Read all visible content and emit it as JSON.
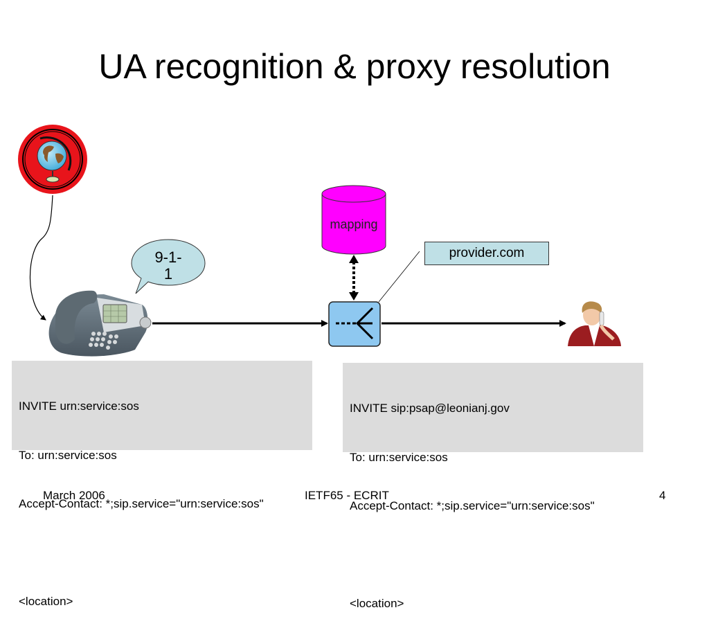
{
  "slide": {
    "title": "UA recognition & proxy resolution",
    "footer": {
      "date": "March 2006",
      "event": "IETF65 - ECRIT",
      "page_number": "4"
    }
  },
  "diagram": {
    "nodes": {
      "location_globe": {
        "icon": "globe-icon",
        "color": "#e8141b"
      },
      "phone": {
        "icon": "desk-phone-icon"
      },
      "dial_bubble": {
        "text_line1": "9-1-",
        "text_line2": "1",
        "color": "#bfe0e6"
      },
      "mapping_db": {
        "label": "mapping",
        "color": "#ff00ff"
      },
      "proxy": {
        "icon": "sip-proxy-icon",
        "color": "#8ec8f0"
      },
      "provider_label": {
        "text": "provider.com",
        "color": "#bfe0e6"
      },
      "psap_operator": {
        "icon": "operator-person-icon"
      }
    },
    "messages": {
      "outgoing": {
        "lines": [
          "INVITE urn:service:sos",
          "To: urn:service:sos",
          "Accept-Contact: *;sip.service=\"urn:service:sos\"",
          "",
          "<location>"
        ]
      },
      "forwarded": {
        "lines": [
          "INVITE sip:psap@leonianj.gov",
          "To: urn:service:sos",
          "Accept-Contact: *;sip.service=\"urn:service:sos\"",
          "",
          "<location>"
        ]
      }
    }
  }
}
